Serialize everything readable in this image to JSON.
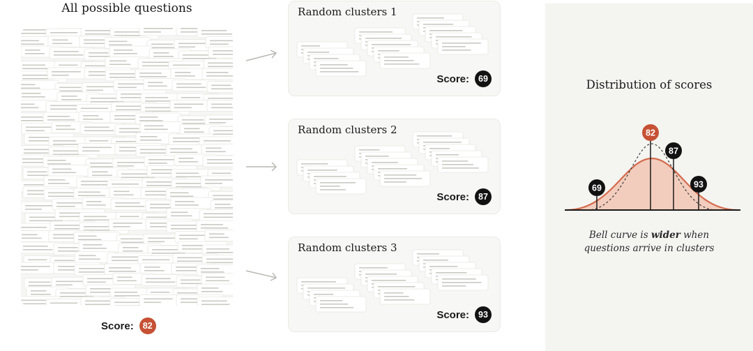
{
  "left": {
    "title": "All possible questions",
    "score_label": "Score:",
    "score_value": "82",
    "score_color": "#c65134"
  },
  "clusters": [
    {
      "title": "Random clusters 1",
      "score_label": "Score:",
      "score_value": "69"
    },
    {
      "title": "Random clusters 2",
      "score_label": "Score:",
      "score_value": "87"
    },
    {
      "title": "Random clusters 3",
      "score_label": "Score:",
      "score_value": "93"
    }
  ],
  "distribution": {
    "title": "Distribution of scores",
    "markers": [
      "82",
      "87",
      "69",
      "93"
    ],
    "caption_part1": "Bell curve is ",
    "caption_emphasis": "wider",
    "caption_part2": " when",
    "caption_line2": "questions arrive in clusters",
    "curve_color": "#d46b4e",
    "curve_fill": "#f2cdbd"
  },
  "icons": {
    "arrow": "arrow-right-icon",
    "card": "question-card-icon"
  }
}
